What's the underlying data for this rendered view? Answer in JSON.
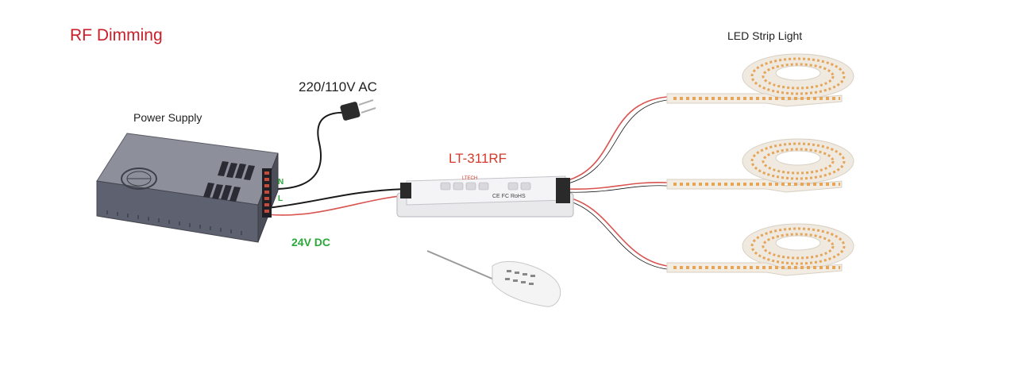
{
  "title": "RF Dimming",
  "input_label": "220/110V AC",
  "power_supply": {
    "label": "Power Supply",
    "pin_n": "N",
    "pin_l": "L",
    "output_label": "24V DC"
  },
  "controller": {
    "label": "LT-311RF",
    "brand": "LTECH",
    "marks": "CE FC RoHS"
  },
  "strip_label": "LED Strip Light",
  "colors": {
    "title": "#c8202a",
    "controller_label": "#d63a2a",
    "dc_label": "#2aa83a",
    "wire_red": "#d9534f",
    "wire_black": "#1a1a1a"
  }
}
